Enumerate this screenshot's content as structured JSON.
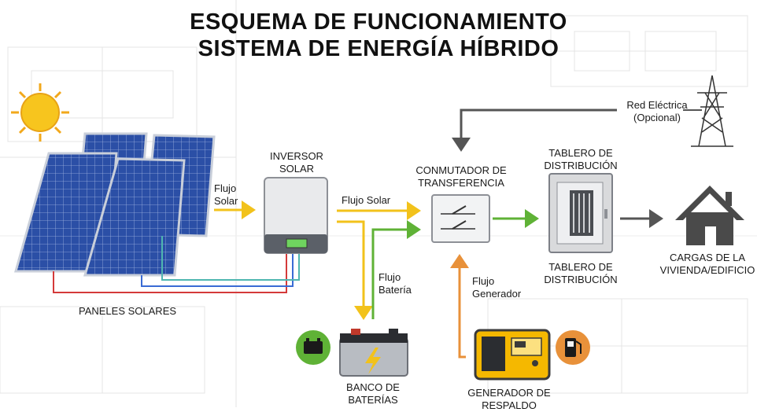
{
  "title": {
    "line1": "ESQUEMA DE FUNCIONAMIENTO",
    "line2": "SISTEMA DE ENERGÍA HÍBRIDO"
  },
  "components": {
    "solar_panels": "PANELES SOLARES",
    "inverter": {
      "line1": "INVERSOR",
      "line2": "SOLAR"
    },
    "transfer_switch": {
      "line1": "CONMUTADOR DE",
      "line2": "TRANSFERENCIA"
    },
    "distribution_board_top": {
      "line1": "TABLERO DE",
      "line2": "DISTRIBUCIÓN"
    },
    "distribution_board_bottom": {
      "line1": "TABLERO DE",
      "line2": "DISTRIBUCIÓN"
    },
    "loads": {
      "line1": "CARGAS DE LA",
      "line2": "VIVIENDA/EDIFICIO"
    },
    "battery_bank": {
      "line1": "BANCO DE",
      "line2": "BATERÍAS"
    },
    "generator": {
      "line1": "GENERADOR DE",
      "line2": "RESPALDO"
    },
    "grid": {
      "line1": "Red Eléctrica",
      "line2": "(Opcional)"
    }
  },
  "flows": {
    "solar_in": {
      "line1": "Flujo",
      "line2": "Solar"
    },
    "solar_out": "Flujo Solar",
    "battery": {
      "line1": "Flujo",
      "line2": "Batería"
    },
    "generator": {
      "line1": "Flujo",
      "line2": "Generador"
    }
  },
  "colors": {
    "solar_flow": "#f2c21b",
    "battery_flow": "#5fb236",
    "generator_flow": "#e8913a",
    "grid_line": "#555555",
    "panel_blue": "#2b4fa6",
    "generator_yellow": "#f5b800",
    "house": "#4a4a4a"
  },
  "icons": [
    "sun-icon",
    "battery-icon",
    "fuel-pump-icon",
    "transmission-tower-icon",
    "house-icon",
    "switch-icon"
  ]
}
